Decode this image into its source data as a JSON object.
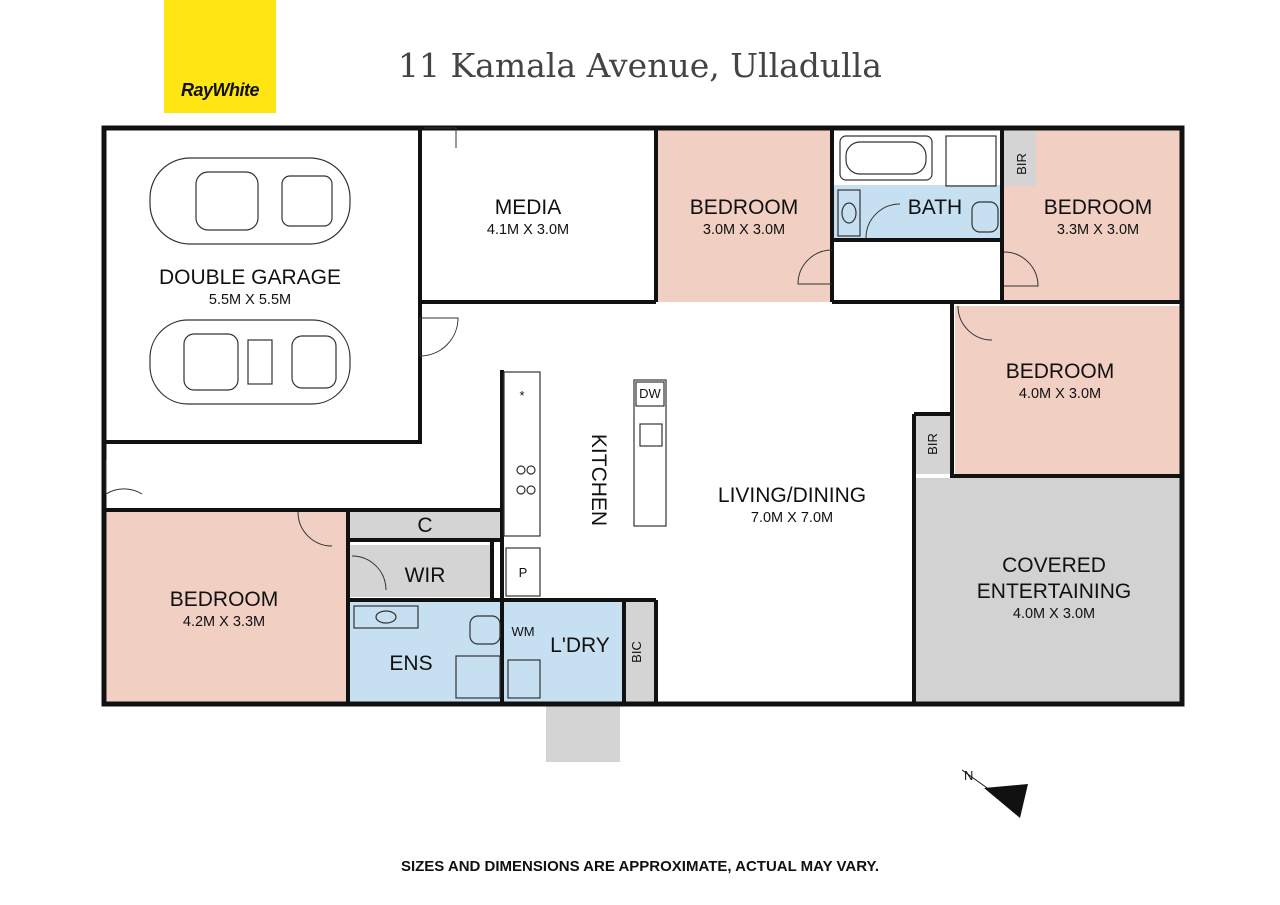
{
  "brand": {
    "logo_text": "RayWhite",
    "logo_color": "#ffe512"
  },
  "title": "11 Kamala Avenue, Ulladulla",
  "rooms": {
    "garage": {
      "name": "DOUBLE GARAGE",
      "size": "5.5M X 5.5M"
    },
    "media": {
      "name": "MEDIA",
      "size": "4.1M X 3.0M"
    },
    "bedroom_top_left": {
      "name": "BEDROOM",
      "size": "3.0M X 3.0M"
    },
    "bath": {
      "name": "BATH"
    },
    "bedroom_top_right": {
      "name": "BEDROOM",
      "size": "3.3M X 3.0M"
    },
    "bedroom_right": {
      "name": "BEDROOM",
      "size": "4.0M X 3.0M"
    },
    "living": {
      "name": "LIVING/DINING",
      "size": "7.0M X 7.0M"
    },
    "kitchen": {
      "name": "KITCHEN"
    },
    "covered": {
      "name_line1": "COVERED",
      "name_line2": "ENTERTAINING",
      "size": "4.0M X 3.0M"
    },
    "bedroom_master": {
      "name": "BEDROOM",
      "size": "4.2M X 3.3M"
    },
    "ens": {
      "name": "ENS"
    },
    "wir": {
      "name": "WIR"
    },
    "cupboard": {
      "name": "C"
    },
    "laundry": {
      "name": "L'DRY"
    },
    "wm": {
      "name": "WM"
    },
    "bic": {
      "name": "BIC"
    },
    "bir_top": {
      "name": "BIR"
    },
    "bir_mid": {
      "name": "BIR"
    },
    "pantry": {
      "name": "P"
    },
    "dishwasher": {
      "name": "DW"
    },
    "fridge_mark": {
      "name": "*"
    }
  },
  "colors": {
    "bedroom": "#f1cfc3",
    "wet": "#c6dff1",
    "covered": "#d2d2d2",
    "storage": "#d4d4d4"
  },
  "compass": {
    "label": "N"
  },
  "footer": "SIZES AND DIMENSIONS ARE APPROXIMATE, ACTUAL MAY VARY."
}
